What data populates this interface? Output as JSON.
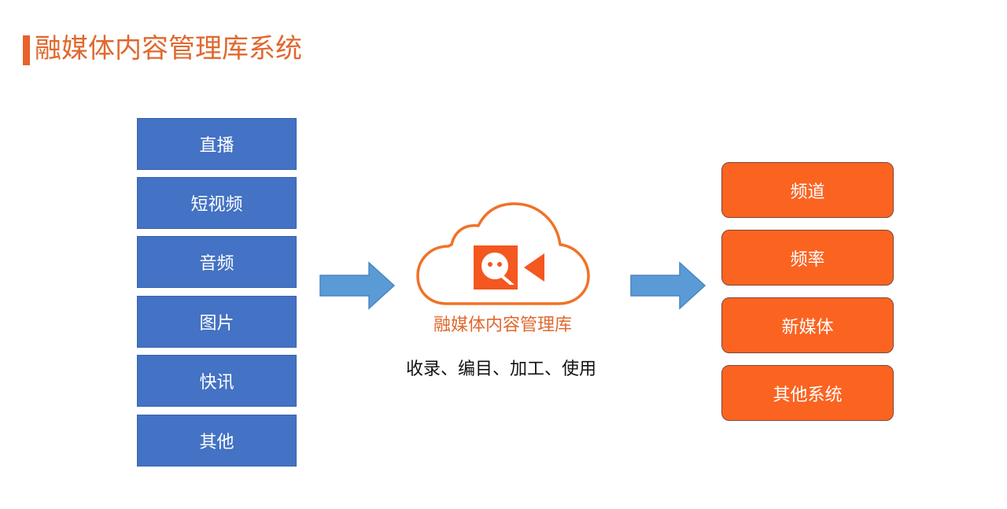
{
  "title": "融媒体内容管理库系统",
  "sources": [
    {
      "label": "直播"
    },
    {
      "label": "短视频"
    },
    {
      "label": "音频"
    },
    {
      "label": "图片"
    },
    {
      "label": "快讯"
    },
    {
      "label": "其他"
    }
  ],
  "center": {
    "label": "融媒体内容管理库",
    "caption": "收录、编目、加工、使用",
    "logo_icon": "q-video-camera-icon"
  },
  "targets": [
    {
      "label": "频道"
    },
    {
      "label": "频率"
    },
    {
      "label": "新媒体"
    },
    {
      "label": "其他系统"
    }
  ],
  "colors": {
    "accent_orange": "#e0682e",
    "source_blue": "#4472c4",
    "target_orange": "#fb6321",
    "arrow_blue": "#5b9bd5"
  }
}
